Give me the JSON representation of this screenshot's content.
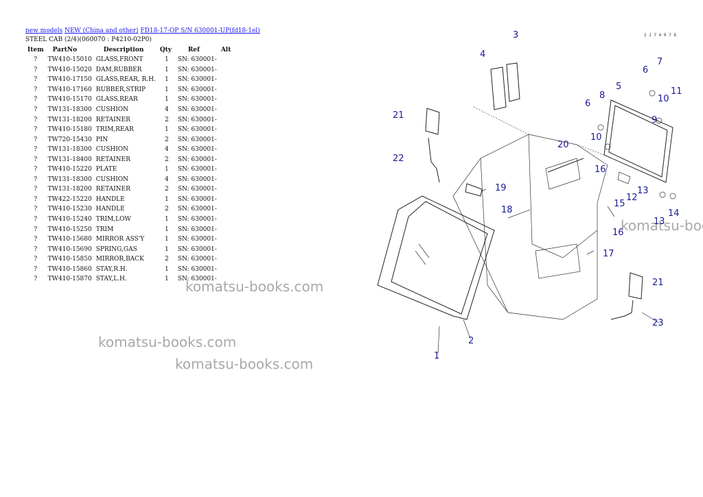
{
  "breadcrumb": {
    "link1": "new models",
    "link2": "NEW (China and other)",
    "link3": "FD18-17-OP S/N 630001-UP(fd18-1el)"
  },
  "subtitle": "STEEL CAB (2/4)(060070 : P4210-02P0)",
  "table": {
    "headers": [
      "Item",
      "PartNo",
      "Description",
      "Qty",
      "Ref",
      "Alt"
    ],
    "rows": [
      {
        "item": "?",
        "part": "TW410-15010",
        "desc": "GLASS,FRONT",
        "qty": "1",
        "ref": "SN: 630001-"
      },
      {
        "item": "?",
        "part": "TW410-15020",
        "desc": "DAM,RUBBER",
        "qty": "1",
        "ref": "SN: 630001-"
      },
      {
        "item": "?",
        "part": "TW410-17150",
        "desc": "GLASS,REAR, R.H.",
        "qty": "1",
        "ref": "SN: 630001-"
      },
      {
        "item": "?",
        "part": "TW410-17160",
        "desc": "RUBBER,STRIP",
        "qty": "1",
        "ref": "SN: 630001-"
      },
      {
        "item": "?",
        "part": "TW410-15170",
        "desc": "GLASS,REAR",
        "qty": "1",
        "ref": "SN: 630001-"
      },
      {
        "item": "?",
        "part": "TW131-18300",
        "desc": "CUSHION",
        "qty": "4",
        "ref": "SN: 630001-"
      },
      {
        "item": "?",
        "part": "TW131-18200",
        "desc": "RETAINER",
        "qty": "2",
        "ref": "SN: 630001-"
      },
      {
        "item": "?",
        "part": "TW410-15180",
        "desc": "TRIM,REAR",
        "qty": "1",
        "ref": "SN: 630001-"
      },
      {
        "item": "?",
        "part": "TW720-15430",
        "desc": "PIN",
        "qty": "2",
        "ref": "SN: 630001-"
      },
      {
        "item": "?",
        "part": "TW131-18300",
        "desc": "CUSHION",
        "qty": "4",
        "ref": "SN: 630001-"
      },
      {
        "item": "?",
        "part": "TW131-18400",
        "desc": "RETAINER",
        "qty": "2",
        "ref": "SN: 630001-"
      },
      {
        "item": "?",
        "part": "TW410-15220",
        "desc": "PLATE",
        "qty": "1",
        "ref": "SN: 630001-"
      },
      {
        "item": "?",
        "part": "TW131-18300",
        "desc": "CUSHION",
        "qty": "4",
        "ref": "SN: 630001-"
      },
      {
        "item": "?",
        "part": "TW131-18200",
        "desc": "RETAINER",
        "qty": "2",
        "ref": "SN: 630001-"
      },
      {
        "item": "?",
        "part": "TW422-15220",
        "desc": "HANDLE",
        "qty": "1",
        "ref": "SN: 630001-"
      },
      {
        "item": "?",
        "part": "TW410-15230",
        "desc": "HANDLE",
        "qty": "2",
        "ref": "SN: 630001-"
      },
      {
        "item": "?",
        "part": "TW410-15240",
        "desc": "TRIM,LOW",
        "qty": "1",
        "ref": "SN: 630001-"
      },
      {
        "item": "?",
        "part": "TW410-15250",
        "desc": "TRIM",
        "qty": "1",
        "ref": "SN: 630001-"
      },
      {
        "item": "?",
        "part": "TW410-15680",
        "desc": "MIRROR ASS'Y",
        "qty": "1",
        "ref": "SN: 630001-"
      },
      {
        "item": "?",
        "part": "TW410-15690",
        "desc": "SPRING,GAS",
        "qty": "1",
        "ref": "SN: 630001-"
      },
      {
        "item": "?",
        "part": "TW410-15850",
        "desc": "MIRROR,BACK",
        "qty": "2",
        "ref": "SN: 630001-"
      },
      {
        "item": "?",
        "part": "TW410-15860",
        "desc": "STAY,R.H.",
        "qty": "1",
        "ref": "SN: 630001-"
      },
      {
        "item": "?",
        "part": "TW410-15870",
        "desc": "STAY,L.H.",
        "qty": "1",
        "ref": "SN: 630001-"
      }
    ]
  },
  "watermark": "komatsu-books.com",
  "diagram": {
    "code": "2 J 7 4 0 7 8",
    "callouts": [
      "1",
      "2",
      "3",
      "4",
      "5",
      "6",
      "6",
      "7",
      "8",
      "9",
      "10",
      "10",
      "11",
      "12",
      "13",
      "13",
      "14",
      "15",
      "16",
      "16",
      "17",
      "18",
      "19",
      "20",
      "21",
      "21",
      "22",
      "23"
    ]
  }
}
